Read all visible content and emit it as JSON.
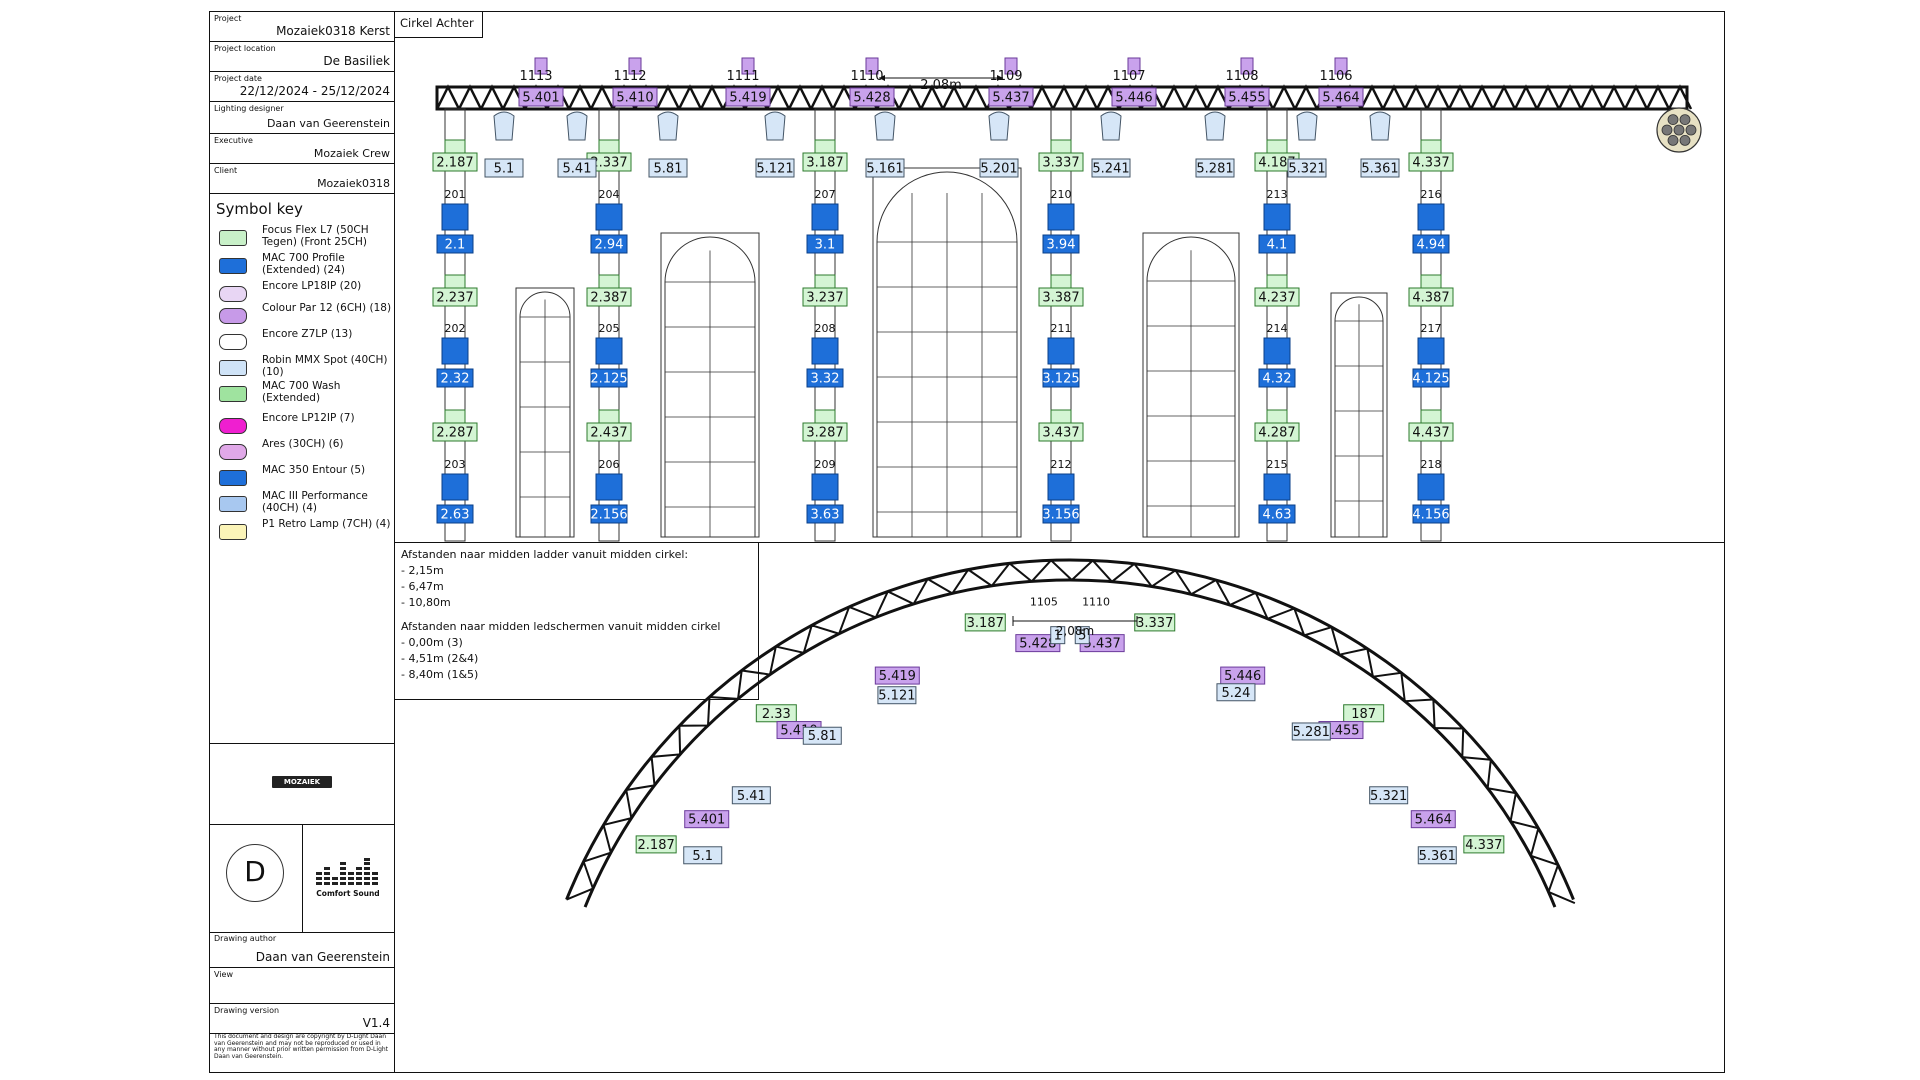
{
  "title_block": {
    "project_label": "Project",
    "project_value": "Mozaiek0318 Kerst",
    "location_label": "Project location",
    "location_value": "De Basiliek",
    "date_label": "Project date",
    "date_value": "22/12/2024 - 25/12/2024",
    "designer_label": "Lighting designer",
    "designer_value": "Daan van Geerenstein",
    "executive_label": "Executive",
    "executive_value": "Mozaiek Crew",
    "client_label": "Client",
    "client_value": "Mozaiek0318",
    "author_label": "Drawing author",
    "author_value": "Daan van Geerenstein",
    "view_label": "View",
    "view_value": "",
    "version_label": "Drawing version",
    "version_value": "V1.4",
    "copyright": "This document and design are copyright by D-Light Daan van Geerenstein and may not be reproduced or used in any manner without prior written permission from D-Light Daan van Geerenstein."
  },
  "symbol_key": {
    "title": "Symbol key",
    "items": [
      {
        "label": "Focus Flex L7 (50CH Tegen) (Front 25CH)",
        "icon": "moving-head-profile-icon",
        "color": "#c8f0c8"
      },
      {
        "label": "MAC 700 Profile (Extended) (24)",
        "icon": "moving-head-profile-icon",
        "color": "#1e6fd9"
      },
      {
        "label": "Encore LP18IP (20)",
        "icon": "par-icon",
        "color": "#e8d6f4"
      },
      {
        "label": "Colour Par 12 (6CH) (18)",
        "icon": "par-icon",
        "color": "#c79ae8"
      },
      {
        "label": "Encore Z7LP (13)",
        "icon": "par-icon",
        "color": "#ffffff"
      },
      {
        "label": "Robin MMX Spot (40CH) (10)",
        "icon": "moving-head-spot-icon",
        "color": "#cfe3f7"
      },
      {
        "label": "MAC 700 Wash (Extended)",
        "icon": "moving-head-wash-icon",
        "color": "#9fe39f"
      },
      {
        "label": "Encore LP12IP (7)",
        "icon": "par-icon",
        "color": "#ef1fd0"
      },
      {
        "label": "Ares (30CH) (6)",
        "icon": "ares-icon",
        "color": "#e0a8e8"
      },
      {
        "label": "MAC 350 Entour (5)",
        "icon": "moving-head-small-icon",
        "color": "#1e6fd9"
      },
      {
        "label": "MAC III Performance (40CH) (4)",
        "icon": "moving-head-large-icon",
        "color": "#a8c8f0"
      },
      {
        "label": "P1 Retro Lamp (7CH) (4)",
        "icon": "retro-lamp-icon",
        "color": "#fbf4b8"
      }
    ]
  },
  "logos": {
    "mozaiek": "MOZAIEK",
    "dlight_letter": "D",
    "comfort_sound": "Comfort Sound"
  },
  "view_title": "Cirkel Achter",
  "notes": {
    "ladder_heading": "Afstanden naar midden ladder vanuit midden cirkel:",
    "ladder_items": [
      "- 2,15m",
      "- 6,47m",
      "- 10,80m"
    ],
    "led_heading": "Afstanden naar midden ledschermen vanuit midden cirkel",
    "led_items": [
      "- 0,00m (3)",
      "- 4,51m (2&4)",
      "- 8,40m (1&5)"
    ]
  },
  "elevation": {
    "truss_ids": [
      "1113",
      "1112",
      "1111",
      "1110",
      "1109",
      "1107",
      "1108",
      "1106"
    ],
    "par_labels": [
      "5.401",
      "5.410",
      "5.419",
      "5.428",
      "5.437",
      "5.446",
      "5.455",
      "5.464"
    ],
    "dimension": "2,08m",
    "spot_labels": [
      "5.1",
      "5.41",
      "5.81",
      "5.121",
      "5.161",
      "5.201",
      "5.241",
      "5.281",
      "5.321",
      "5.361"
    ],
    "ladders": [
      {
        "green": [
          "2.187",
          "2.237",
          "2.287"
        ],
        "blue": [
          "2.1",
          "2.32",
          "2.63"
        ],
        "ids": [
          "201",
          "202",
          "203"
        ]
      },
      {
        "green": [
          "2.337",
          "2.387",
          "2.437"
        ],
        "blue": [
          "2.94",
          "2.125",
          "2.156"
        ],
        "ids": [
          "204",
          "205",
          "206"
        ]
      },
      {
        "green": [
          "3.187",
          "3.237",
          "3.287"
        ],
        "blue": [
          "3.1",
          "3.32",
          "3.63"
        ],
        "ids": [
          "207",
          "208",
          "209"
        ]
      },
      {
        "green": [
          "3.337",
          "3.387",
          "3.437"
        ],
        "blue": [
          "3.94",
          "3.125",
          "3.156"
        ],
        "ids": [
          "210",
          "211",
          "212"
        ]
      },
      {
        "green": [
          "4.187",
          "4.237",
          "4.287"
        ],
        "blue": [
          "4.1",
          "4.32",
          "4.63"
        ],
        "ids": [
          "213",
          "214",
          "215"
        ]
      },
      {
        "green": [
          "4.337",
          "4.387",
          "4.437"
        ],
        "blue": [
          "4.94",
          "4.125",
          "4.156"
        ],
        "ids": [
          "216",
          "217",
          "218"
        ]
      }
    ]
  },
  "plan_view": {
    "dimension": "2,08m",
    "green_labels": [
      "2.187",
      "2.33",
      "3.187",
      "3.337",
      "187",
      "4.337"
    ],
    "purple_labels": [
      "5.401",
      "5.410",
      "5.419",
      "5.428",
      "5.437",
      "5.446",
      "5.455",
      "5.464"
    ],
    "spot_labels": [
      "5.1",
      "5.41",
      "5.81",
      "5.121",
      "5.24",
      "5.281",
      "5.321",
      "5.361"
    ],
    "partial_spot_labels": [
      "1",
      "5"
    ],
    "truss_ids_visible": [
      "1105",
      "1110"
    ]
  },
  "colors": {
    "green_fill": "#d4f5d4",
    "green_stroke": "#2d7a2d",
    "blue_fill": "#1e6fd9",
    "purple_fill": "#c9a2ec",
    "light_blue_fill": "#d6e6f7",
    "truss": "#111111"
  }
}
